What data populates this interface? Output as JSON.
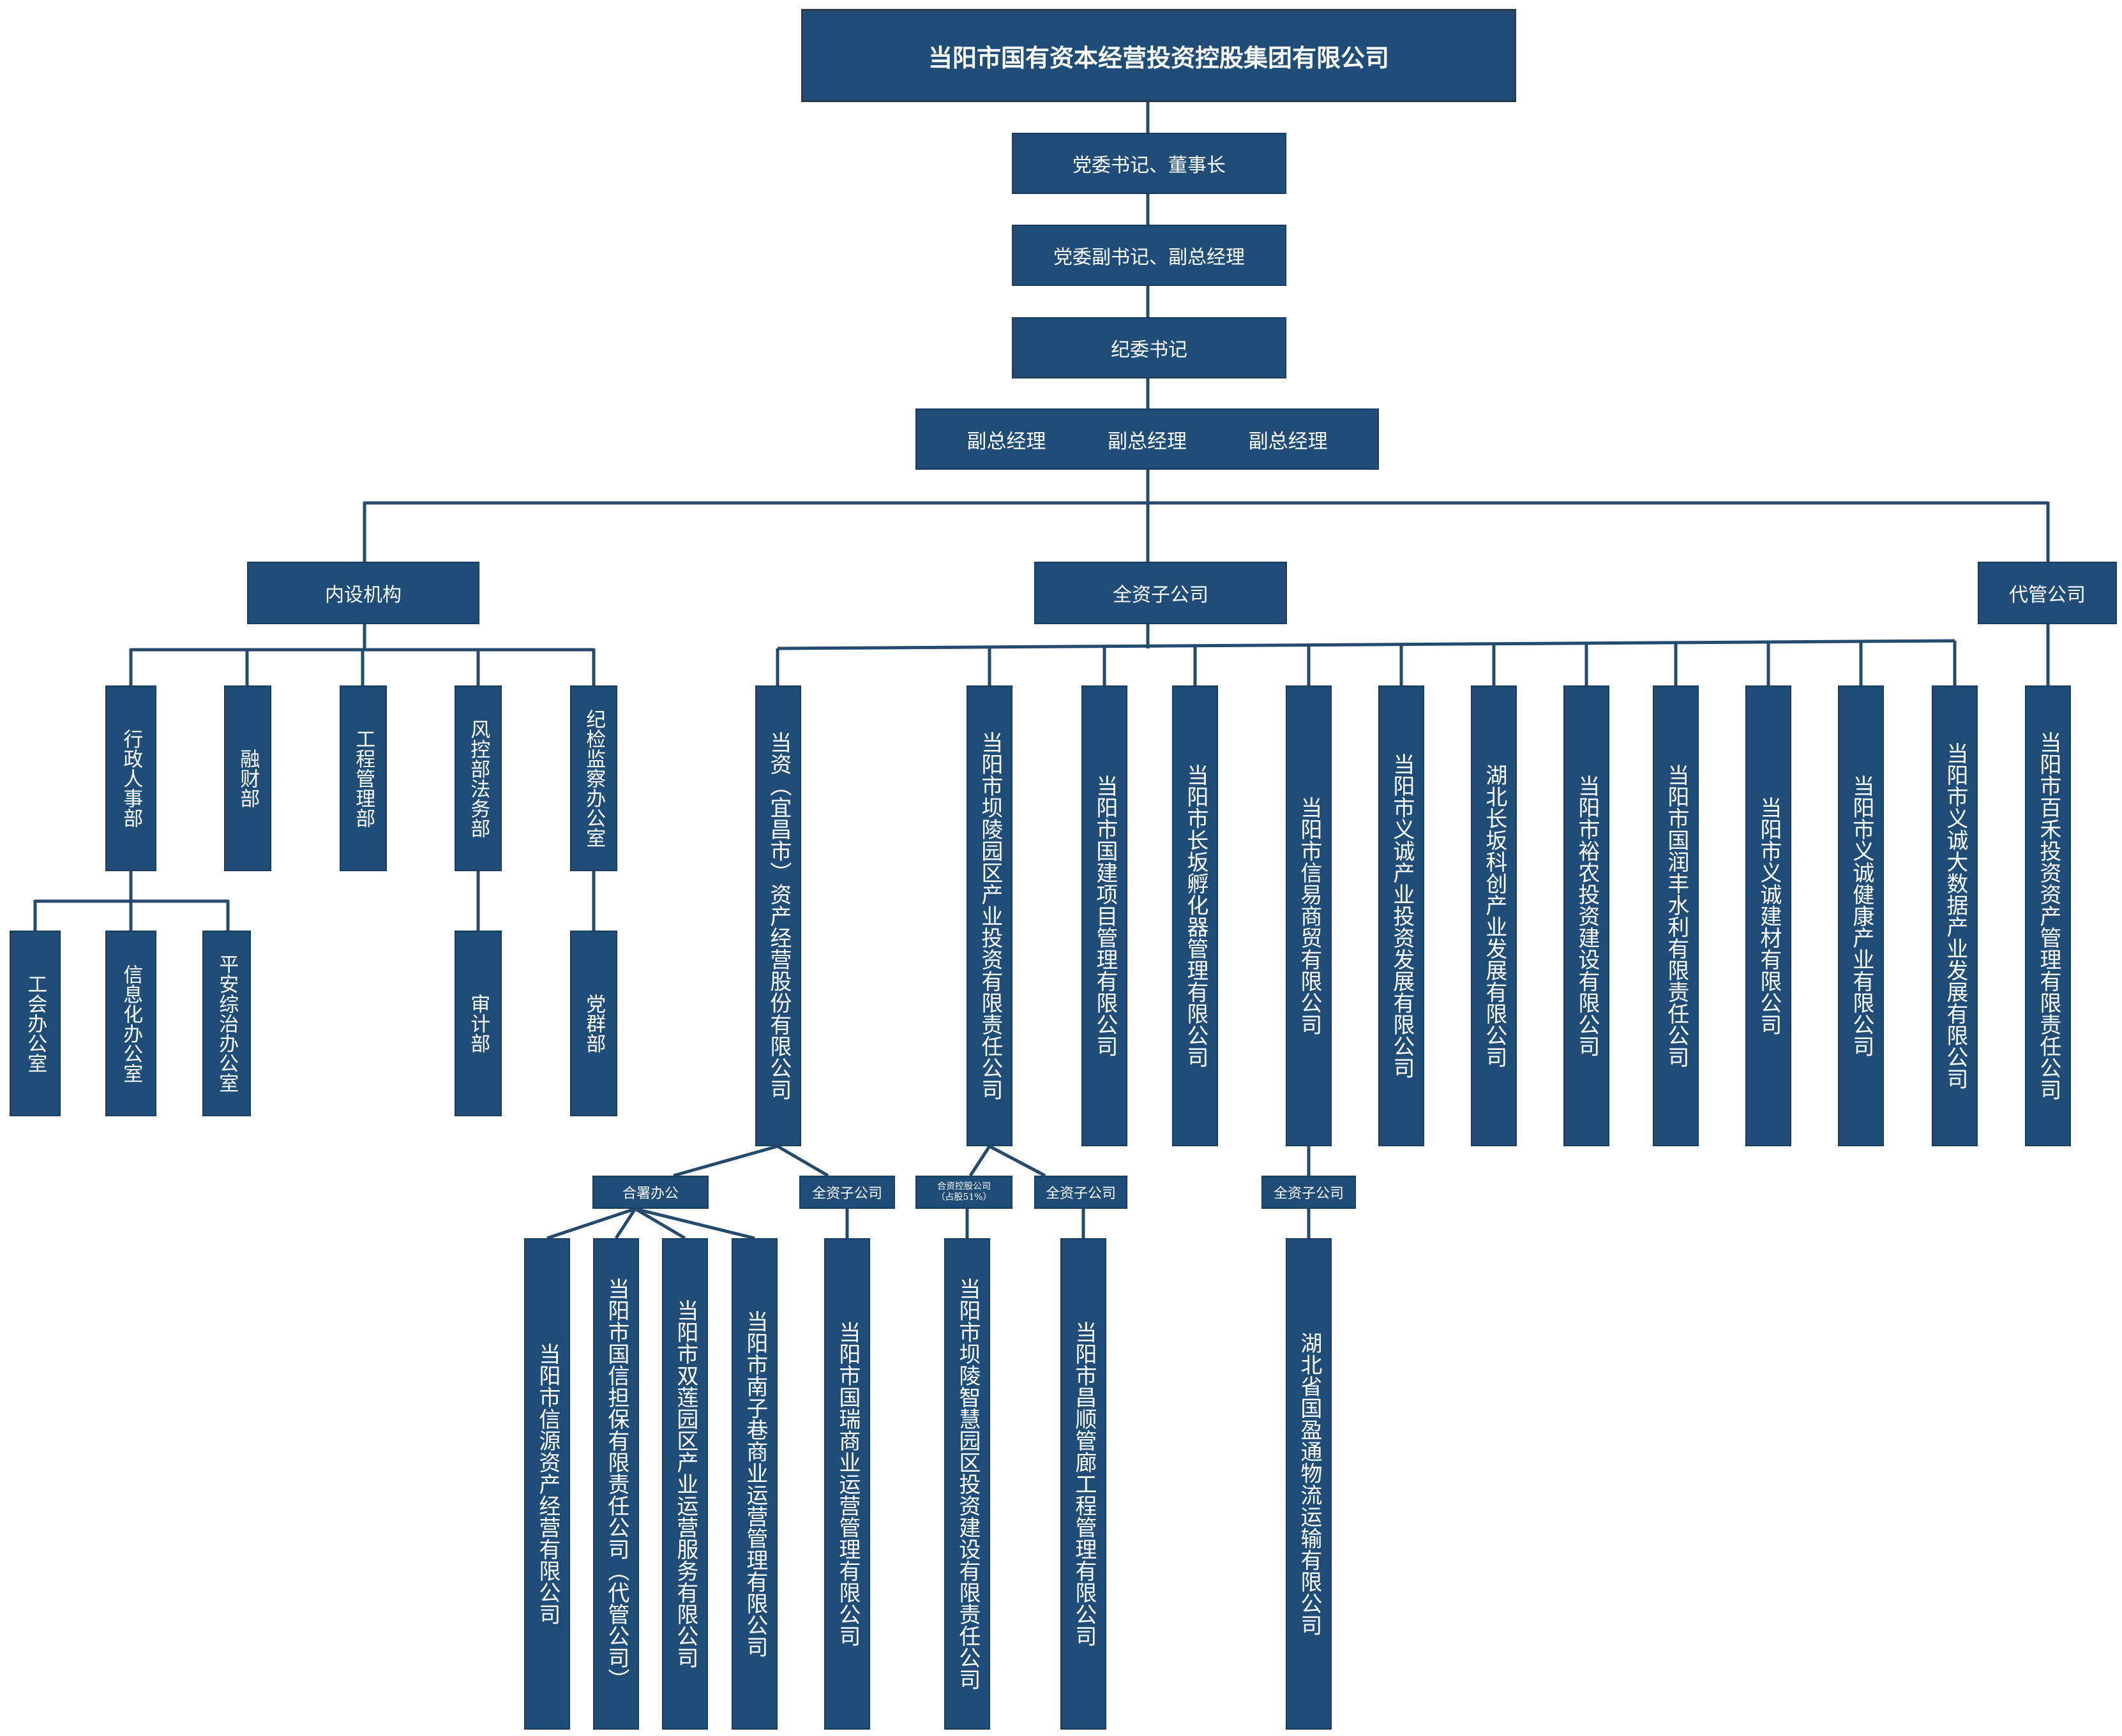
{
  "company": "当阳市国有资本经营投资控股集团有限公司",
  "leaders": [
    "党委书记、董事长",
    "党委副书记、副总经理",
    "纪委书记"
  ],
  "deputy_gms": [
    "副总经理",
    "副总经理",
    "副总经理"
  ],
  "sections": {
    "internal": "内设机构",
    "subsidiaries": "全资子公司",
    "managed": "代管公司"
  },
  "departments": [
    "行政人事部",
    "融财部",
    "工程管理部",
    "风控部法务部",
    "纪检监察办公室"
  ],
  "admin_offices": [
    "工会办公室",
    "信息化办公室",
    "平安综治办公室"
  ],
  "risk_sub": "审计部",
  "discipline_sub": "党群部",
  "subsidiary_companies": [
    "当资（宜昌市）资产经营股份有限公司",
    "当阳市坝陵园区产业投资有限责任公司",
    "当阳市国建项目管理有限公司",
    "当阳市长坂孵化器管理有限公司",
    "当阳市信易商贸有限公司",
    "当阳市义诚产业投资发展有限公司",
    "湖北长坂科创产业发展有限公司",
    "当阳市裕农投资建设有限公司",
    "当阳市国润丰水利有限责任公司",
    "当阳市义诚建材有限公司",
    "当阳市义诚健康产业有限公司",
    "当阳市义诚大数据产业发展有限公司"
  ],
  "managed_company": "当阳市百禾投资资产管理有限责任公司",
  "tags": {
    "joint_office": "合署办公",
    "wholly_owned_1": "全资子公司",
    "holding_line1": "合资控股公司",
    "holding_line2": "（占股51%）",
    "wholly_owned_2": "全资子公司",
    "wholly_owned_3": "全资子公司"
  },
  "joint_office_companies": [
    "当阳市信源资产经营有限公司",
    "当阳市国信担保有限责任公司（代管公司）",
    "当阳市双莲园区产业运营服务有限公司",
    "当阳市南子巷商业运营管理有限公司"
  ],
  "dangzi_wholly_owned": "当阳市国瑞商业运营管理有限公司",
  "baling_holding": "当阳市坝陵智慧园区投资建设有限责任公司",
  "baling_wholly_owned": "当阳市昌顺管廊工程管理有限公司",
  "xinyi_wholly_owned": "湖北省国盈通物流运输有限公司",
  "colors": {
    "box": "#1f4d78",
    "line": "#244a6e",
    "text": "#ffffff"
  }
}
